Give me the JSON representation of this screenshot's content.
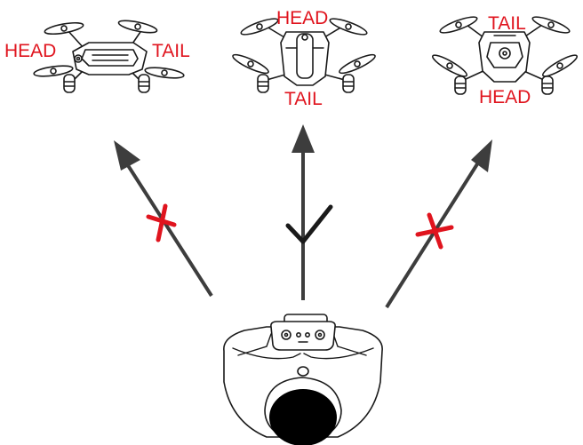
{
  "drones": [
    {
      "id": "left",
      "label_head": "HEAD",
      "label_tail": "TAIL",
      "orientation": "sideways",
      "status": "wrong"
    },
    {
      "id": "center",
      "label_head": "HEAD",
      "label_tail": "TAIL",
      "orientation": "head-away",
      "status": "correct"
    },
    {
      "id": "right",
      "label_head": "HEAD",
      "label_tail": "TAIL",
      "orientation": "head-toward-pilot",
      "status": "wrong"
    }
  ],
  "colors": {
    "label": "#e0141e",
    "wrong_mark": "#e0141e",
    "check_mark": "#1a1a1a",
    "arrow": "#3d3d3d",
    "outline": "#1a1a1a"
  },
  "icons": {
    "wrong": "cross-icon",
    "correct": "check-icon"
  }
}
